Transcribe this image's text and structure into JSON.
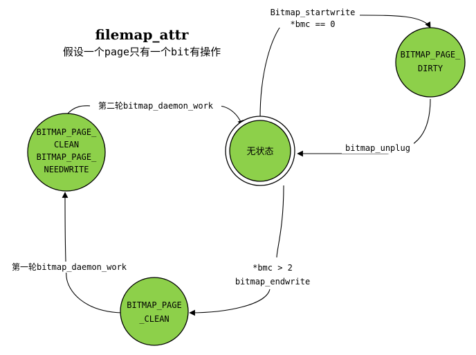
{
  "diagram": {
    "title": "filemap_attr",
    "subtitle": "假设一个page只有一个bit有操作",
    "nodes": {
      "dirty": {
        "lines": [
          "BITMAP_PAGE_",
          "DIRTY"
        ]
      },
      "nostate": {
        "lines": [
          "无状态"
        ]
      },
      "clean_needwrite": {
        "lines": [
          "BITMAP_PAGE_",
          "CLEAN",
          "BITMAP_PAGE_",
          "NEEDWRITE"
        ]
      },
      "clean": {
        "lines": [
          "BITMAP_PAGE",
          "_CLEAN"
        ]
      }
    },
    "edges": {
      "startwrite": {
        "lines": [
          "Bitmap_startwrite",
          "*bmc == 0"
        ]
      },
      "unplug": {
        "lines": [
          "bitmap_unplug"
        ]
      },
      "endwrite": {
        "lines": [
          "*bmc > 2",
          "bitmap_endwrite"
        ]
      },
      "daemon_first": {
        "lines": [
          "第一轮bitmap_daemon_work"
        ]
      },
      "daemon_second": {
        "lines": [
          "第二轮bitmap_daemon_work"
        ]
      }
    }
  }
}
